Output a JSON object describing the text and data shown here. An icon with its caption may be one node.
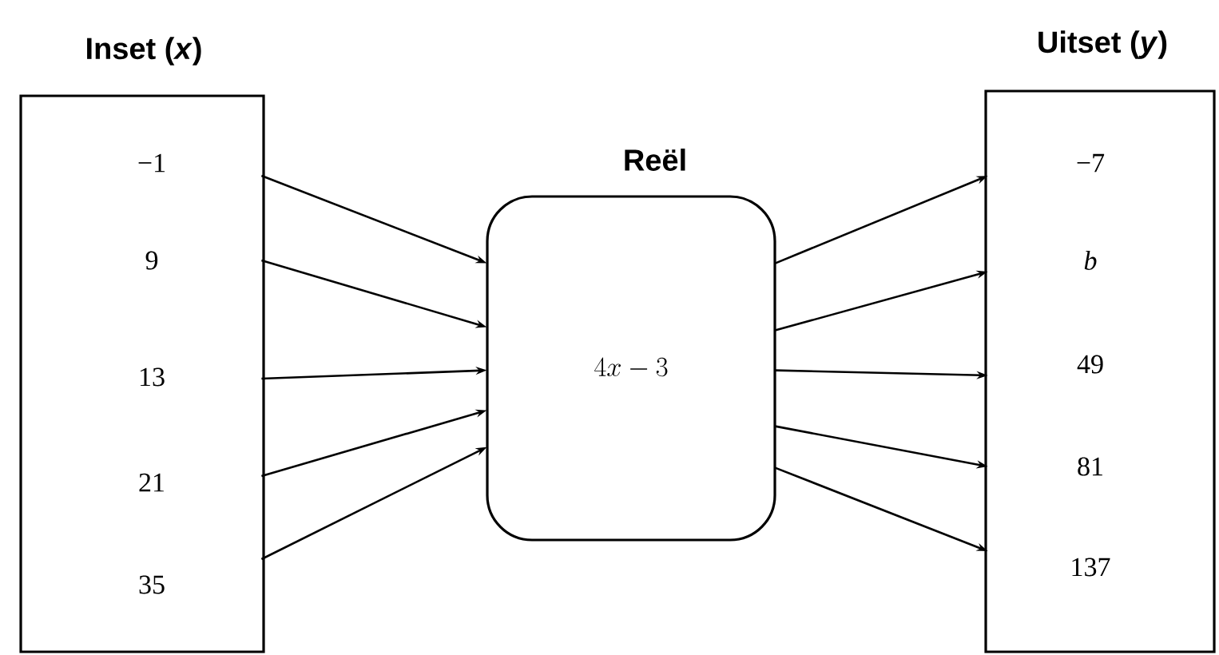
{
  "diagram": {
    "nodes": [
      {
        "text": [
          "Inset (*x*)"
        ]
      },
      {
        "text": [
          "−1"
        ],
        "in": 0
      },
      {
        "text": [
          "9"
        ],
        "in": 0
      },
      {
        "text": [
          "13"
        ],
        "in": 0
      },
      {
        "text": [
          "21"
        ],
        "in": 0
      },
      {
        "text": [
          "35"
        ],
        "in": 0
      },
      {
        "text": [
          "Reël",
          "4x - 3"
        ]
      },
      {
        "text": [
          "Uitset (*y*)"
        ]
      },
      {
        "text": [
          "−7"
        ],
        "in": 7
      },
      {
        "text": [
          "*b*"
        ],
        "in": 7
      },
      {
        "text": [
          "49"
        ],
        "in": 7
      },
      {
        "text": [
          "81"
        ],
        "in": 7
      },
      {
        "text": [
          "137"
        ],
        "in": 7
      }
    ],
    "edges": [
      {
        "from": 1,
        "to": 6,
        "arrow": "to"
      },
      {
        "from": 2,
        "to": 6,
        "arrow": "to"
      },
      {
        "from": 3,
        "to": 6,
        "arrow": "to"
      },
      {
        "from": 4,
        "to": 6,
        "arrow": "to"
      },
      {
        "from": 5,
        "to": 6,
        "arrow": "to"
      },
      {
        "from": 6,
        "to": 8,
        "arrow": "to"
      },
      {
        "from": 6,
        "to": 9,
        "arrow": "to"
      },
      {
        "from": 6,
        "to": 10,
        "arrow": "to"
      },
      {
        "from": 6,
        "to": 11,
        "arrow": "to"
      },
      {
        "from": 6,
        "to": 12,
        "arrow": "to"
      }
    ]
  }
}
